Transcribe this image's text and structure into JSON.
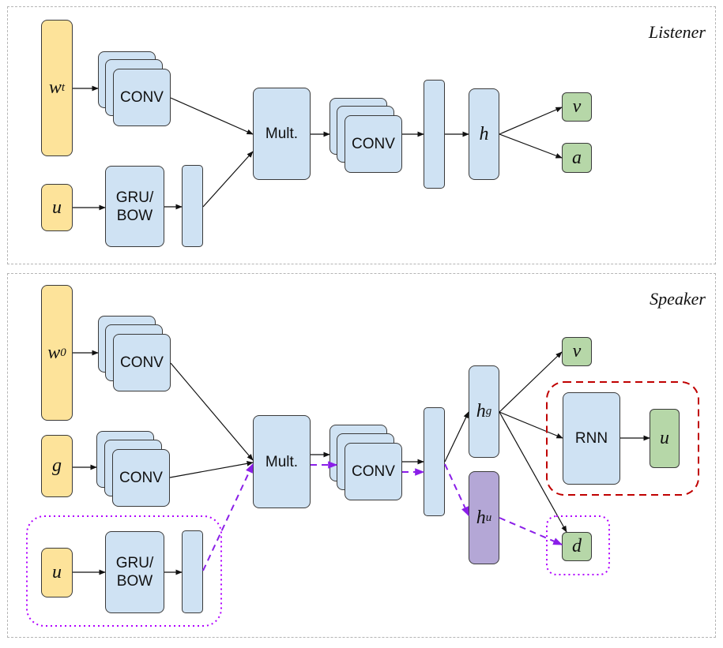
{
  "listener": {
    "title": "Listener",
    "input_w": {
      "base": "w",
      "sub": "t"
    },
    "input_u": "u",
    "conv_label": "CONV",
    "gru_label_1": "GRU/",
    "gru_label_2": "BOW",
    "mult_label": "Mult.",
    "conv2_label": "CONV",
    "h_label": "h",
    "out_v": "v",
    "out_a": "a"
  },
  "speaker": {
    "title": "Speaker",
    "input_w": {
      "base": "w",
      "sub": "0"
    },
    "input_g": "g",
    "input_u": "u",
    "conv_w_label": "CONV",
    "conv_g_label": "CONV",
    "gru_label_1": "GRU/",
    "gru_label_2": "BOW",
    "mult_label": "Mult.",
    "conv2_label": "CONV",
    "hg_label": {
      "base": "h",
      "sub": "g"
    },
    "hu_label": {
      "base": "h",
      "sub": "u"
    },
    "out_v": "v",
    "rnn_label": "RNN",
    "out_u": "u",
    "out_d": "d"
  },
  "colors": {
    "input": "#fde39a",
    "module": "#cfe2f3",
    "output": "#b6d7a8",
    "hidden_u": "#b4a7d6",
    "rnn_box": "#c00000",
    "dotted_box": "#b000ff",
    "dashed_arrow": "#8a1ee8"
  }
}
